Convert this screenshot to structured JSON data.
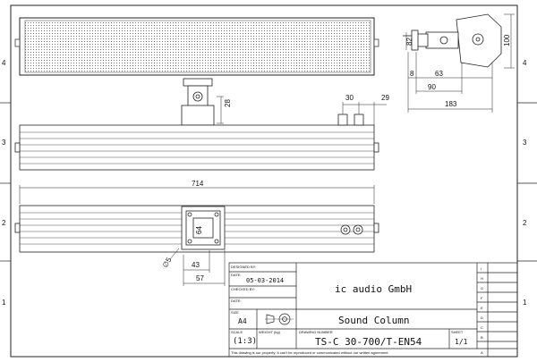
{
  "zones": {
    "left": [
      "4",
      "3",
      "2",
      "1"
    ],
    "right": [
      "4",
      "3",
      "2",
      "1"
    ]
  },
  "dimensions": {
    "d82": "82",
    "d100": "100",
    "d8": "8",
    "d63": "63",
    "d90": "90",
    "d183": "183",
    "d30": "30",
    "d29": "29",
    "d28": "28",
    "d714": "714",
    "d64": "64",
    "d43": "43",
    "d57": "57",
    "d5": "∅5"
  },
  "title_block": {
    "designed_by_label": "DESIGNED BY:",
    "date_label": "DATE:",
    "date_value": "05-03-2014",
    "checked_by_label": "CHECKED BY:",
    "date2_label": "DATE:",
    "company": "ic audio GmbH",
    "size_label": "SIZE",
    "size_value": "A4",
    "scale_label": "SCALE",
    "scale_value": "(1:3)",
    "weight_label": "WEIGHT (kg)",
    "drawing_number_label": "DRAWING NUMBER",
    "drawing_title": "Sound Column",
    "drawing_number": "TS-C 30-700/T-EN54",
    "sheet_label": "SHEET",
    "sheet_value": "1/1",
    "footer": "This drawing is our property; it can't be reproduced or communicated without our written agreement.",
    "revisions": [
      "I",
      "H",
      "G",
      "F",
      "E",
      "D",
      "C",
      "B",
      "A"
    ]
  }
}
